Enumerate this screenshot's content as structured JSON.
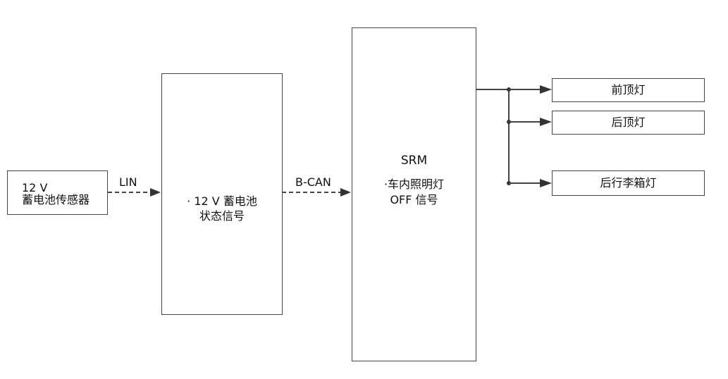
{
  "sensor": {
    "line1": "12 V",
    "line2": "蓄电池传感器"
  },
  "link1": {
    "label": "LIN"
  },
  "middle_box": {
    "line1": "· 12 V 蓄电池",
    "line2": "状态信号"
  },
  "link2": {
    "label": "B-CAN"
  },
  "srm": {
    "title": "SRM",
    "line1": "·车内照明灯",
    "line2": "OFF 信号"
  },
  "outputs": [
    {
      "label": "前顶灯"
    },
    {
      "label": "后顶灯"
    },
    {
      "label": "后行李箱灯"
    }
  ],
  "colors": {
    "stroke": "#444444",
    "text": "#111111"
  }
}
